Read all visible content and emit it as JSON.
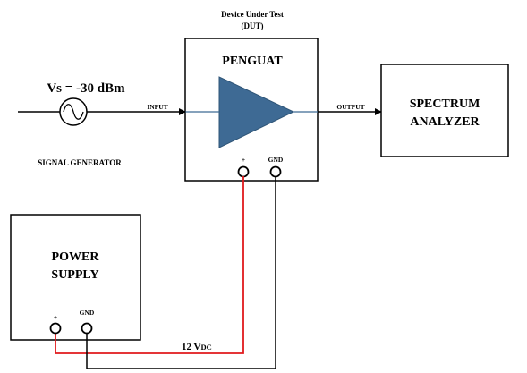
{
  "dut": {
    "caption_line1": "Device Under Test",
    "caption_line2": "(DUT)",
    "title": "PENGUAT",
    "terminal_plus": "+",
    "terminal_gnd": "GND"
  },
  "signal_generator": {
    "value": "Vs = -30 dBm",
    "label": "SIGNAL GENERATOR",
    "input_label": "INPUT"
  },
  "output_label": "OUTPUT",
  "spectrum_analyzer": {
    "line1": "SPECTRUM",
    "line2": "ANALYZER"
  },
  "power_supply": {
    "line1": "POWER",
    "line2": "SUPPLY",
    "terminal_plus": "+",
    "terminal_gnd": "GND"
  },
  "supply_voltage": {
    "main": "12 V",
    "subscript": "DC"
  },
  "colors": {
    "amplifier_fill": "#3e6a94",
    "signal_line": "#3e6a94",
    "positive_wire": "#e0191c",
    "ground_wire": "#000000",
    "outline": "#000000"
  }
}
